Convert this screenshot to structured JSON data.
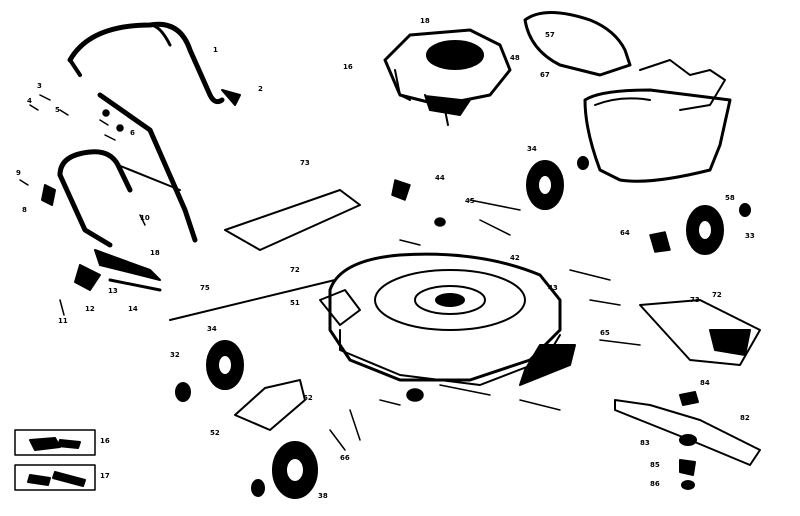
{
  "colors": {
    "ink": "#000000",
    "paper": "#ffffff"
  },
  "labels": {
    "handle_upper": "1",
    "handle_knob": "2",
    "bolt_left_a": "3",
    "bolt_left_b": "4",
    "bolt_left_c": "5",
    "lower_handle": "6",
    "bail_control": "8",
    "washer_left": "9",
    "spring_left": "10",
    "cable_clip": "11",
    "rod_left": "12",
    "handle_bracket": "13",
    "cable_left": "14",
    "grass_bag_frame": "18",
    "engine": "16",
    "belt_cover": "57",
    "gear_case": "48",
    "engine_bolt": "18",
    "deck": "43",
    "skirt_front": "42",
    "wheel_rear_left": "34",
    "wheel_front_left": "38",
    "wheel_rear_right": "34",
    "wheel_front_right": "33",
    "hubcap_left": "32",
    "chute": "52",
    "grass_catcher": "58",
    "baffle": "73",
    "baffle_right": "72",
    "blade": "82",
    "blade_adapter": "83",
    "blade_bolt": "84",
    "blade_washer": "85",
    "blade_clip": "86",
    "kit_a": "16",
    "kit_b": "17",
    "mulch_plate": "73",
    "mulch_plate_bolt": "72",
    "rod_center": "75",
    "pin_center": "64",
    "bracket_center": "51",
    "spring_center": "44",
    "lever_center": "45",
    "wheel_shaft": "65",
    "nut_center": "66",
    "roller_a": "62",
    "roller_b": "67"
  }
}
